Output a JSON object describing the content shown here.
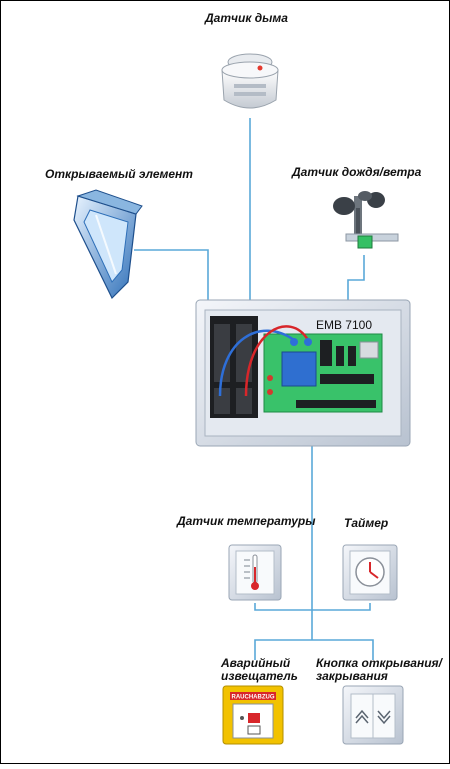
{
  "labels": {
    "smoke_sensor": "Датчик дыма",
    "opening_element": "Открываемый элемент",
    "rain_wind_sensor": "Датчик дождя/ветра",
    "temperature_sensor": "Датчик температуры",
    "timer": "Таймер",
    "emergency_alarm_line1": "Аварийный",
    "emergency_alarm_line2": "извещатель",
    "open_close_button_line1": "Кнопка открывания/",
    "open_close_button_line2": "закрывания"
  },
  "controller": {
    "model": "EMB 7100"
  },
  "alarm_panel": {
    "sign": "RAUCHABZUG"
  },
  "colors": {
    "wire": "#5aa8d8",
    "device_frame": "#d6dde8",
    "controller_board": "#39c26a",
    "alarm_body": "#f2c200"
  }
}
